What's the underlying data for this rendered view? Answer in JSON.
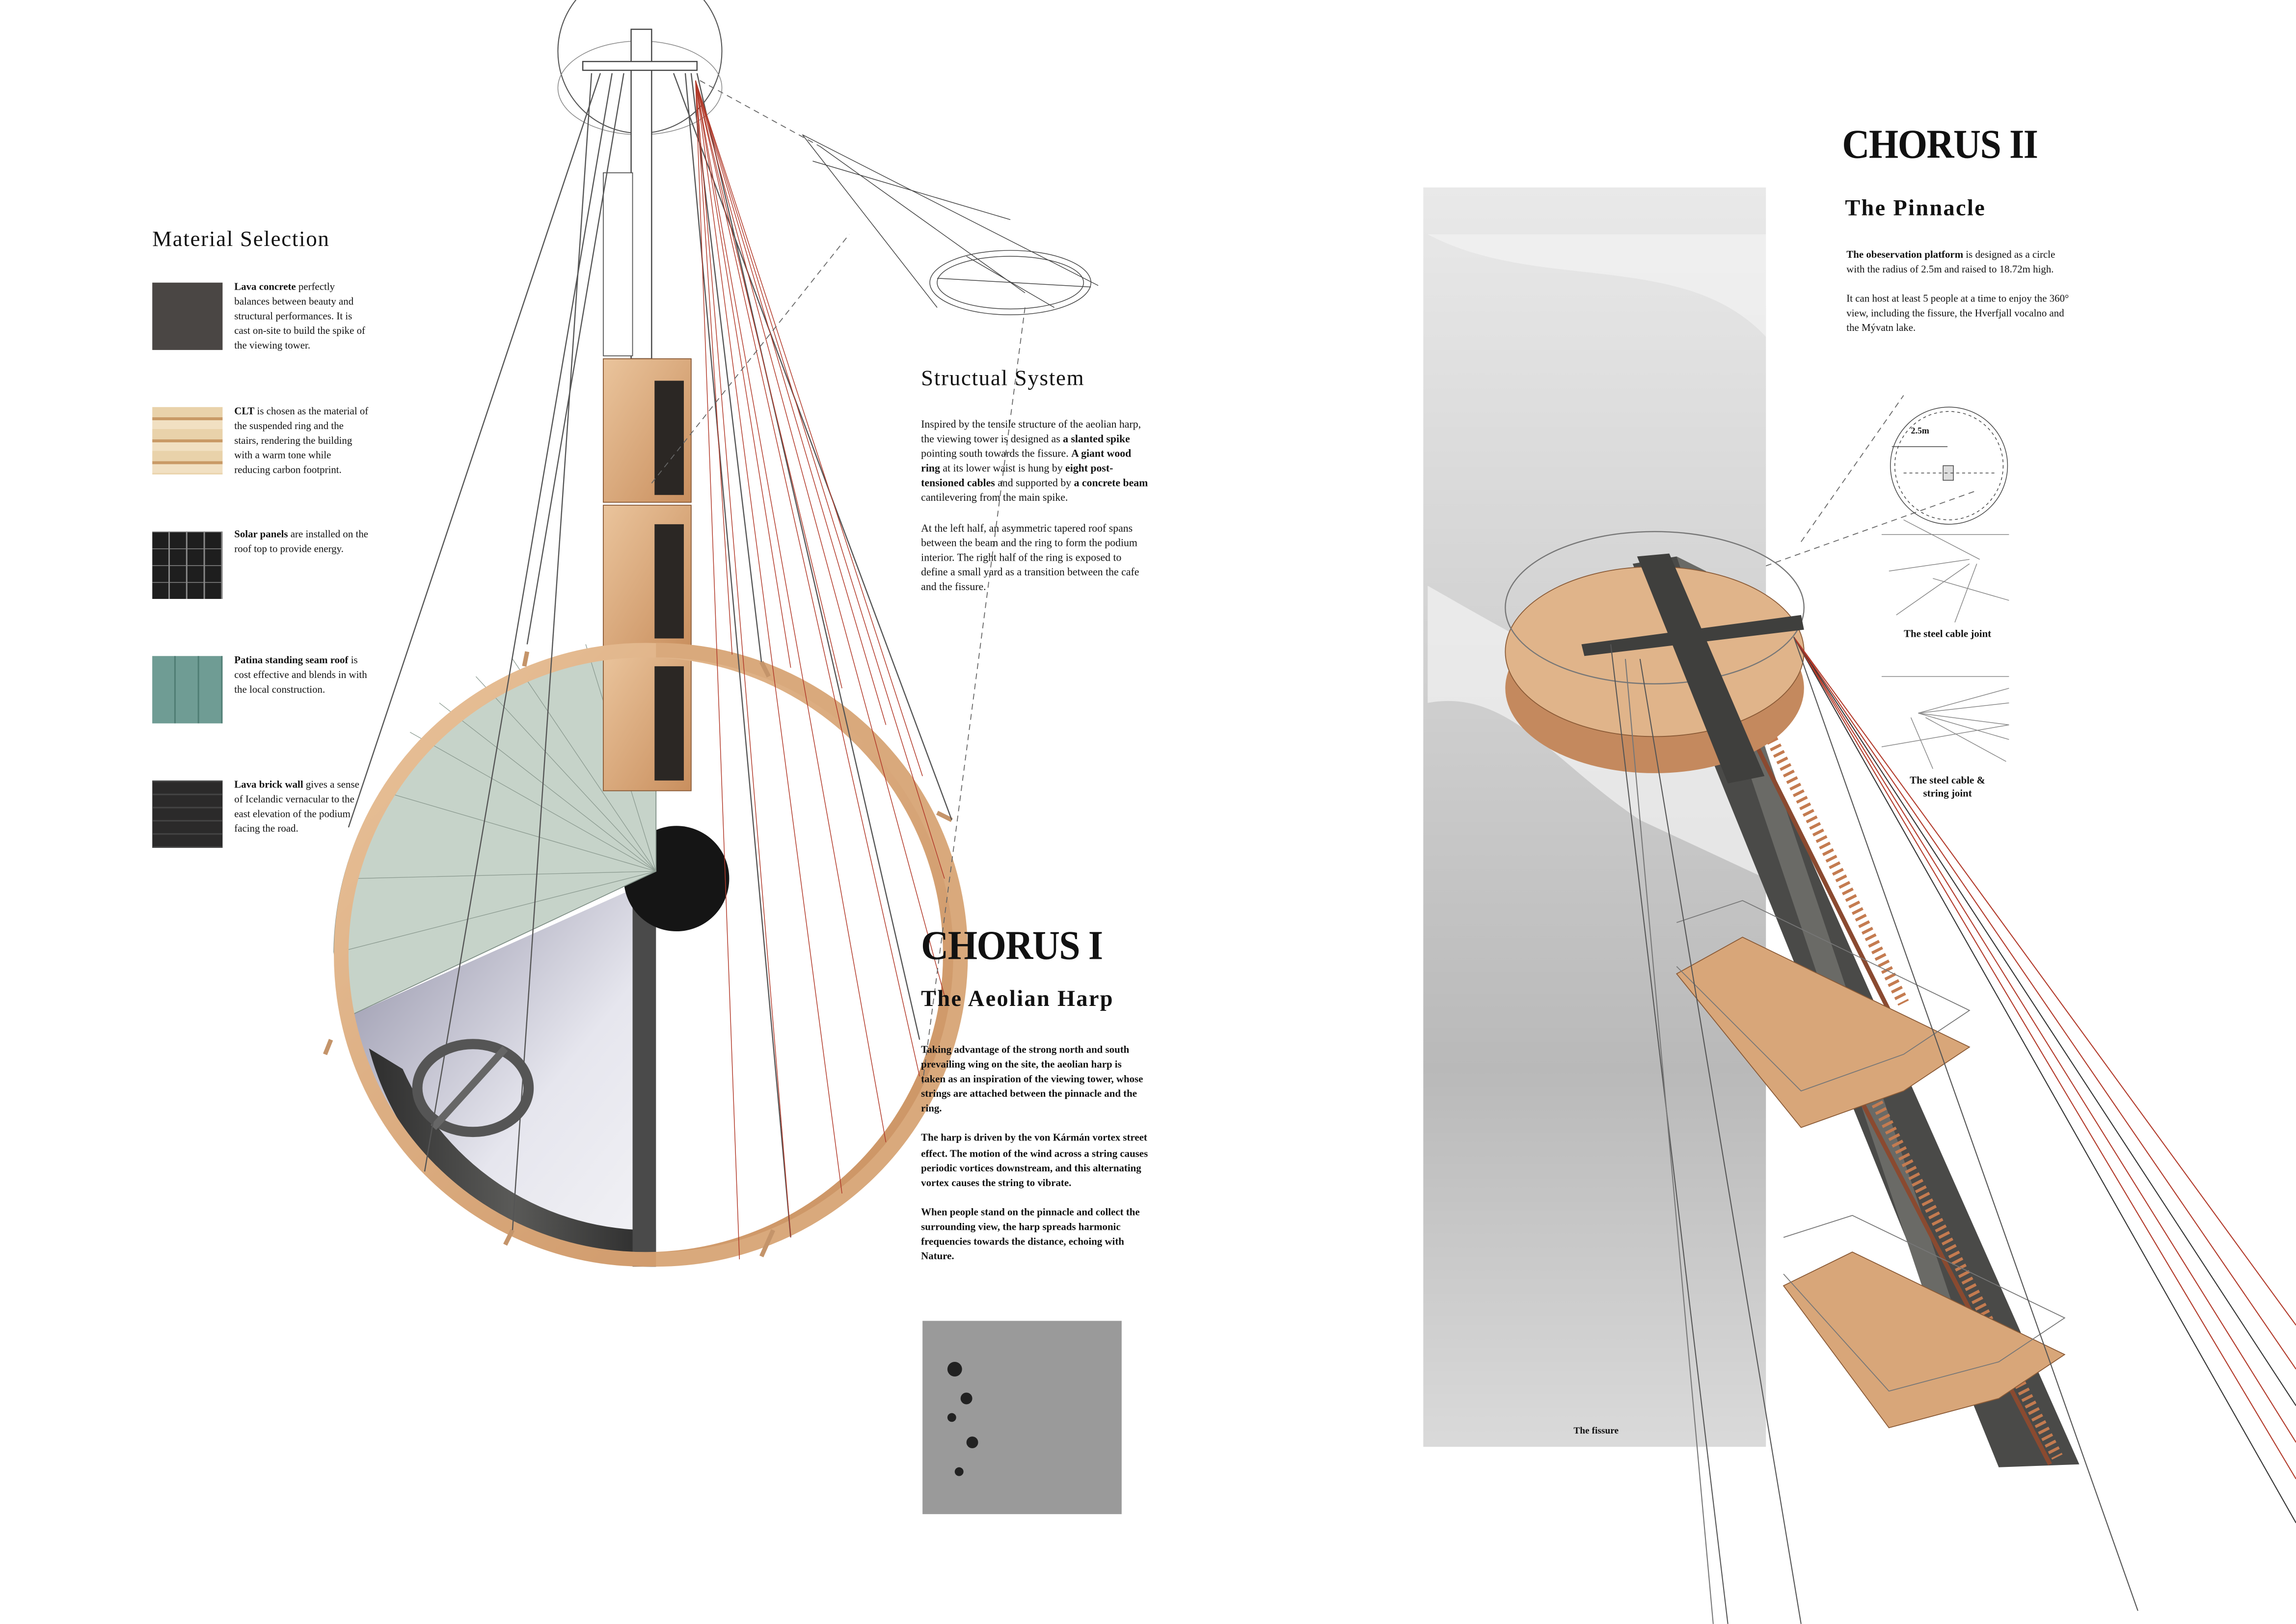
{
  "materials": {
    "title": "Material Selection",
    "items": [
      {
        "name": "lava-concrete",
        "color": "#4a4644",
        "segments": [
          {
            "text": "Lava concrete",
            "bold": true
          },
          {
            "text": " perfectly balances between beauty and structural performances. It is cast on-site to build the spike of the viewing tower.",
            "bold": false
          }
        ]
      },
      {
        "name": "clt",
        "color": "#e8cfa4",
        "segments": [
          {
            "text": "CLT",
            "bold": true
          },
          {
            "text": " is chosen as the material of the suspended ring and the stairs, rendering the building with a warm tone while reducing carbon footprint.",
            "bold": false
          }
        ]
      },
      {
        "name": "solar-panels",
        "color": "#1e1e1e",
        "segments": [
          {
            "text": "Solar panels",
            "bold": true
          },
          {
            "text": " are installed on the roof top to provide energy.",
            "bold": false
          }
        ]
      },
      {
        "name": "patina-roof",
        "color": "#6f9c94",
        "segments": [
          {
            "text": "Patina standing seam roof",
            "bold": true
          },
          {
            "text": " is cost effective and blends in with the local construction.",
            "bold": false
          }
        ]
      },
      {
        "name": "lava-brick",
        "color": "#2b2a2a",
        "segments": [
          {
            "text": "Lava brick wall",
            "bold": true
          },
          {
            "text": " gives a sense of Icelandic vernacular to the east elevation of the podium facing the road.",
            "bold": false
          }
        ]
      }
    ]
  },
  "structural": {
    "title": "Structual System",
    "paragraphs": [
      [
        {
          "text": "Inspired by the tensile structure of the aeolian harp, the viewing tower is designed as ",
          "bold": false
        },
        {
          "text": "a slanted spike",
          "bold": true
        },
        {
          "text": " pointing south towards the fissure. ",
          "bold": false
        },
        {
          "text": "A giant wood ring",
          "bold": true
        },
        {
          "text": " at its lower waist is hung by ",
          "bold": false
        },
        {
          "text": "eight post-tensioned cables",
          "bold": true
        },
        {
          "text": " and supported by ",
          "bold": false
        },
        {
          "text": "a concrete beam",
          "bold": true
        },
        {
          "text": " cantilevering from the main spike.",
          "bold": false
        }
      ],
      [
        {
          "text": "At the left half, an asymmetric tapered roof spans between the beam and the ring to form the podium interior. The right half of the ring is exposed to define a small yard as a transition between the cafe and the fissure.",
          "bold": false
        }
      ]
    ]
  },
  "chorus1": {
    "title": "CHORUS I",
    "subtitle": "The Aeolian Harp",
    "paragraphs": [
      "Taking advantage of the strong north and south prevailing wing on the site, the aeolian harp is taken as an inspiration of the viewing tower, whose strings are attached between the pinnacle and the ring.",
      "The harp is driven by the von Kármán vortex street effect. The motion of the wind across a string causes periodic vortices downstream, and this alternating vortex causes the string to vibrate.",
      "When people stand on the pinnacle and collect the surrounding view, the harp spreads harmonic frequencies towards the distance, echoing with Nature."
    ]
  },
  "chorus2": {
    "title": "CHORUS II",
    "subtitle": "The Pinnacle",
    "paragraphs": [
      [
        {
          "text": "The obeservation platform",
          "bold": true
        },
        {
          "text": " is designed as a circle with the radius of 2.5m and raised to 18.72m high.",
          "bold": false
        }
      ],
      [
        {
          "text": "It can host at least 5 people at a time to enjoy the 360° view, including the fissure, the Hverfjall vocalno and the Mývatn lake.",
          "bold": false
        }
      ]
    ],
    "plan_dimension": "2.5m",
    "captions": [
      "The steel cable joint",
      "The steel cable & string joint"
    ],
    "photo_caption": "The fissure"
  },
  "colors": {
    "wood": "#dcae82",
    "roof": "#c6d3c9",
    "concrete": "#3d3d3d",
    "string": "#b23a2a",
    "cable": "#555555"
  }
}
